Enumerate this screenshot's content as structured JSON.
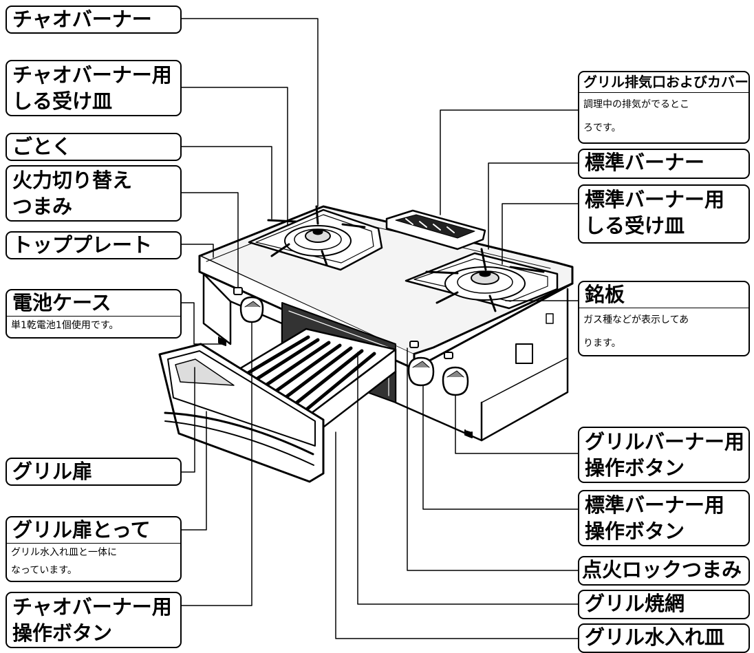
{
  "labels": {
    "chao_burner": "チャオバーナー",
    "chao_drip_1": "チャオバーナー用",
    "chao_drip_2": "しる受け皿",
    "trivet": "ごとく",
    "heat_knob_1": "火力切り替え",
    "heat_knob_2": "つまみ",
    "top_plate": "トッププレート",
    "battery_title": "電池ケース",
    "battery_desc": "単1乾電池1個使用です。",
    "grill_door": "グリル扉",
    "grill_handle_title": "グリル扉とって",
    "grill_handle_desc_1": "グリル水入れ皿と一体に",
    "grill_handle_desc_2": "なっています。",
    "chao_button_1": "チャオバーナー用",
    "chao_button_2": "操作ボタン",
    "exhaust_title": "グリル排気口およびカバー",
    "exhaust_desc_1": "調理中の排気がでるとこ",
    "exhaust_desc_2": "ろです。",
    "std_burner": "標準バーナー",
    "std_drip_1": "標準バーナー用",
    "std_drip_2": "しる受け皿",
    "nameplate_title": "銘板",
    "nameplate_desc_1": "ガス種などが表示してあ",
    "nameplate_desc_2": "ります。",
    "grill_button_1": "グリルバーナー用",
    "grill_button_2": "操作ボタン",
    "std_button_1": "標準バーナー用",
    "std_button_2": "操作ボタン",
    "ignition_lock": "点火ロックつまみ",
    "grill_net": "グリル焼網",
    "grill_water_tray": "グリル水入れ皿"
  }
}
